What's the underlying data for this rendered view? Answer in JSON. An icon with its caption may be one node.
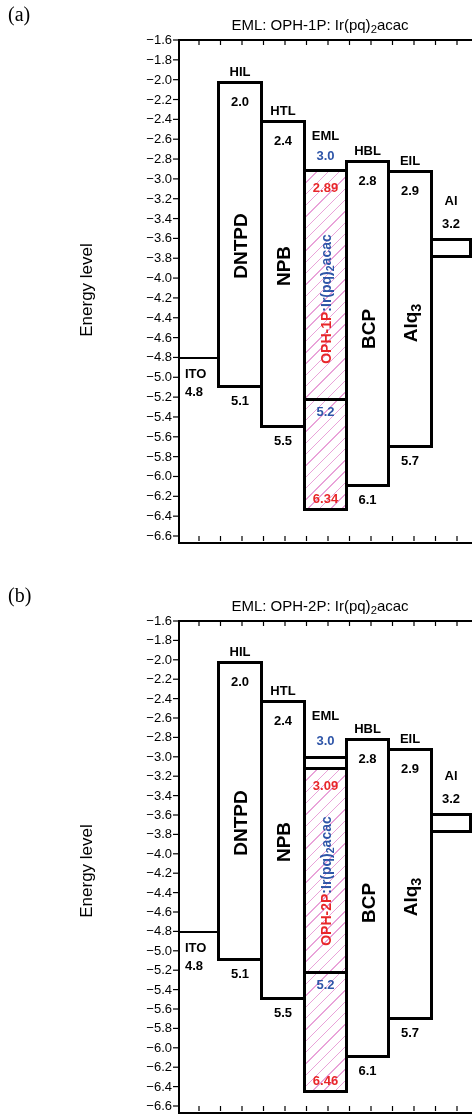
{
  "diagram": {
    "nodes": [
      {
        "text": [
          "EML: OPH-1P: Ir(pq)$_{2}$acac"
        ]
      },
      {
        "text": [
          "ITO",
          "4.8"
        ],
        "in": 0
      },
      {
        "text": [
          "HIL",
          "2.0",
          "DNTPD"
        ],
        "beside": [
          "5.1"
        ],
        "in": 0
      },
      {
        "text": [
          "HTL",
          "2.4",
          "NPB"
        ],
        "beside": [
          "5.5"
        ],
        "in": 0
      },
      {
        "text": [
          "EML",
          "3.0",
          "2.89",
          "OPH-1P",
          ":Ir(pq)$_{2}$acac",
          "5.2",
          "6.34"
        ],
        "in": 0
      },
      {
        "text": [
          "HBL",
          "2.8",
          "BCP"
        ],
        "beside": [
          "6.1"
        ],
        "in": 0
      },
      {
        "text": [
          "EIL",
          "2.9",
          "Alq$_{3}$"
        ],
        "beside": [
          "5.7"
        ],
        "in": 0
      },
      {
        "text": [
          "Al",
          "3.2"
        ],
        "in": 0
      },
      {
        "text": [
          "EML: OPH-2P: Ir(pq)$_{2}$acac"
        ]
      },
      {
        "text": [
          "ITO",
          "4.8"
        ],
        "in": 8
      },
      {
        "text": [
          "HIL",
          "2.0",
          "DNTPD"
        ],
        "beside": [
          "5.1"
        ],
        "in": 8
      },
      {
        "text": [
          "HTL",
          "2.4",
          "NPB"
        ],
        "beside": [
          "5.5"
        ],
        "in": 8
      },
      {
        "text": [
          "EML",
          "3.0",
          "3.09",
          "OPH-2P",
          ":Ir(pq)$_{2}$acac",
          "5.2",
          "6.46"
        ],
        "in": 8
      },
      {
        "text": [
          "HBL",
          "2.8",
          "BCP"
        ],
        "beside": [
          "6.1"
        ],
        "in": 8
      },
      {
        "text": [
          "EIL",
          "2.9",
          "Alq$_{3}$"
        ],
        "beside": [
          "5.7"
        ],
        "in": 8
      },
      {
        "text": [
          "Al",
          "3.2"
        ],
        "in": 8
      }
    ],
    "labels": [
      "(a)",
      "−1.6",
      "−1.8",
      "−2.0",
      "−2.2",
      "−2.4",
      "−2.6",
      "−2.8",
      "−3.0",
      "−3.2",
      "−3.4",
      "−3.6",
      "−3.8",
      "−4.0",
      "−4.2",
      "−4.4",
      "−4.6",
      "−4.8",
      "−5.0",
      "−5.2",
      "−5.4",
      "−5.6",
      "−5.8",
      "−6.0",
      "−6.2",
      "−6.4",
      "−6.6",
      "Energy level",
      "(b)",
      "−1.6",
      "−1.8",
      "−2.0",
      "−2.2",
      "−2.4",
      "−2.6",
      "−2.8",
      "−3.0",
      "−3.2",
      "−3.4",
      "−3.6",
      "−3.8",
      "−4.0",
      "−4.2",
      "−4.4",
      "−4.6",
      "−4.8",
      "−5.0",
      "−5.2",
      "−5.4",
      "−5.6",
      "−5.8",
      "−6.0",
      "−6.2",
      "−6.4",
      "−6.6",
      "Energy level"
    ]
  }
}
